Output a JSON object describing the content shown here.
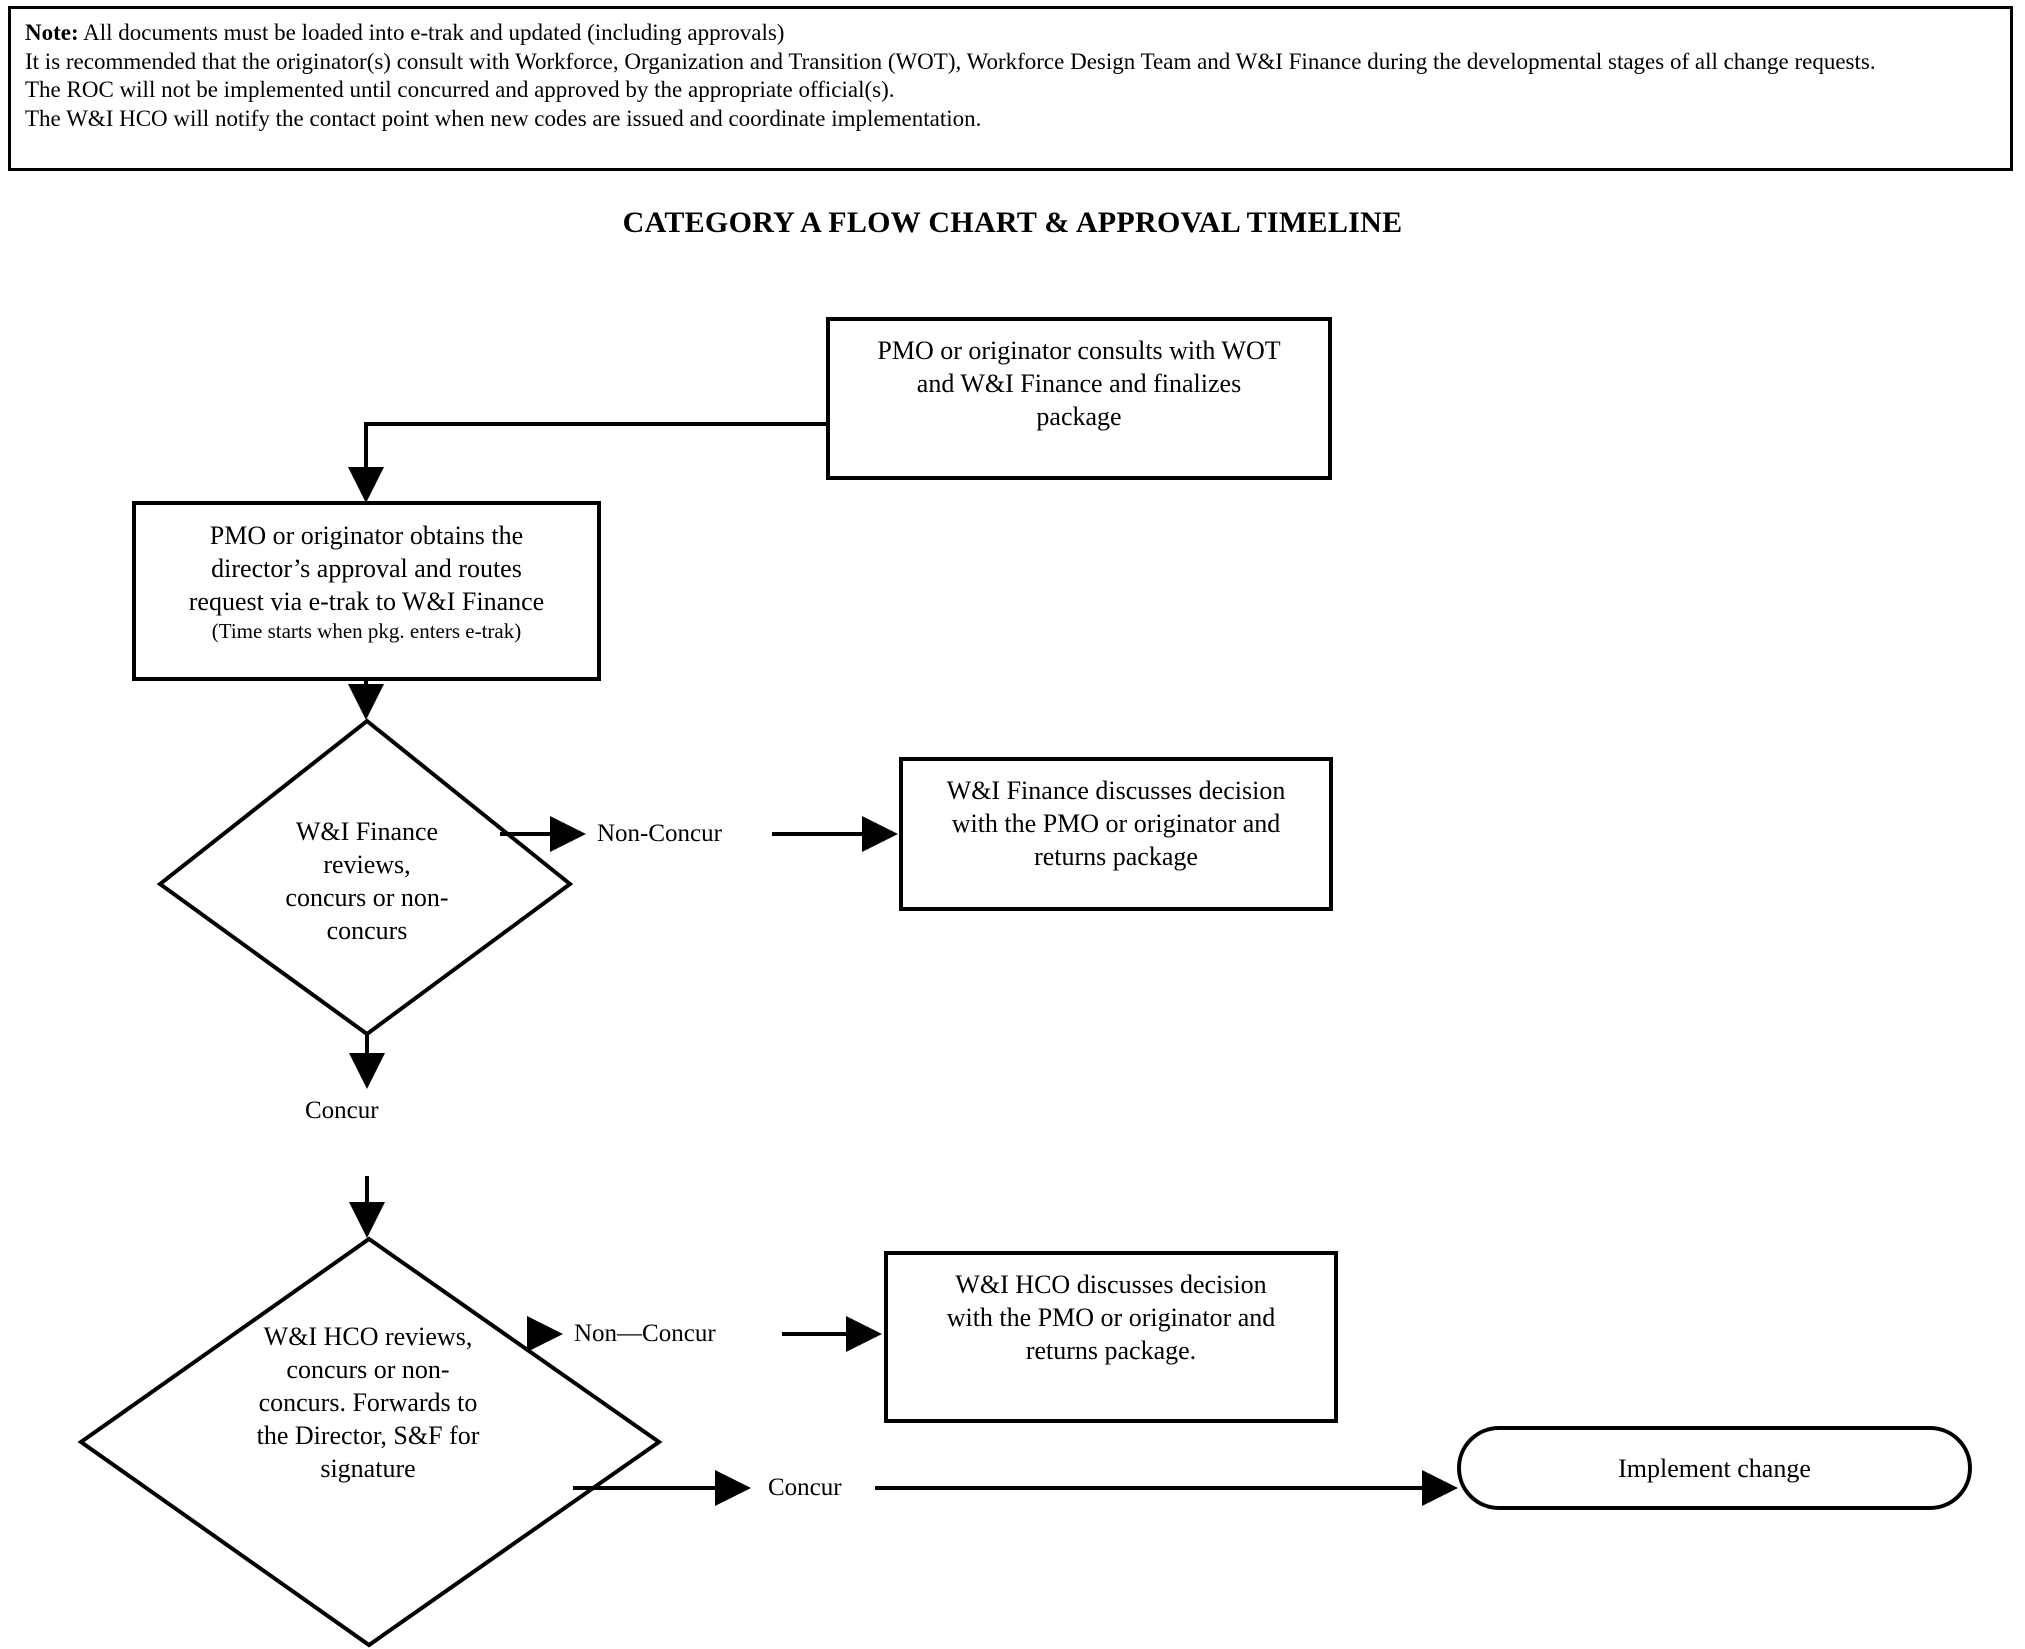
{
  "note": {
    "label": "Note:",
    "lines": [
      "All documents must be loaded into e-trak and updated (including approvals)",
      "It is recommended that the originator(s) consult with Workforce, Organization and Transition (WOT), Workforce Design Team and W&I Finance during the developmental stages of all change requests.",
      "The ROC will not be implemented until concurred and approved by the appropriate official(s).",
      "The W&I HCO will notify the contact point when new codes are issued and coordinate implementation."
    ]
  },
  "title": "CATEGORY A FLOW CHART & APPROVAL TIMELINE",
  "colors": {
    "stroke": "#000000",
    "fill": "#ffffff",
    "text": "#000000"
  },
  "chart_data": {
    "type": "diagram",
    "diagram_kind": "flowchart",
    "title": "CATEGORY A FLOW CHART & APPROVAL TIMELINE",
    "orientation": "top-to-bottom",
    "nodes": [
      {
        "id": "consult",
        "shape": "rectangle",
        "text": "PMO or originator consults with WOT and W&I Finance and finalizes package"
      },
      {
        "id": "obtain-approval",
        "shape": "rectangle",
        "text": "PMO or originator obtains the director’s approval and routes request via e-trak to W&I Finance",
        "subtext": "(Time starts when pkg. enters e-trak)"
      },
      {
        "id": "finance-review",
        "shape": "diamond",
        "text": "W&I Finance reviews, concurs or non-concurs"
      },
      {
        "id": "finance-nonconcur-result",
        "shape": "rectangle",
        "text": "W&I Finance discusses decision with the PMO or originator and returns package"
      },
      {
        "id": "hco-review",
        "shape": "diamond",
        "text": "W&I HCO reviews, concurs or non-concurs. Forwards to the Director, S&F for signature"
      },
      {
        "id": "hco-nonconcur-result",
        "shape": "rectangle",
        "text": "W&I HCO discusses decision with the PMO or originator and returns package."
      },
      {
        "id": "implement",
        "shape": "stadium",
        "text": "Implement change"
      }
    ],
    "edges": [
      {
        "from": "consult",
        "to": "obtain-approval",
        "label": ""
      },
      {
        "from": "obtain-approval",
        "to": "finance-review",
        "label": ""
      },
      {
        "from": "finance-review",
        "to": "finance-nonconcur-result",
        "label": "Non-Concur"
      },
      {
        "from": "finance-review",
        "to": "hco-review",
        "label": "Concur"
      },
      {
        "from": "hco-review",
        "to": "hco-nonconcur-result",
        "label": "Non—Concur"
      },
      {
        "from": "hco-review",
        "to": "implement",
        "label": "Concur"
      }
    ]
  },
  "nodes": {
    "consult": {
      "line1": "PMO or originator consults with WOT",
      "line2": "and W&I Finance and finalizes",
      "line3": "package"
    },
    "obtain_approval": {
      "line1": "PMO or originator obtains the",
      "line2": "director’s approval and routes",
      "line3": "request via e-trak to W&I Finance",
      "note": "(Time starts when pkg. enters e-trak)"
    },
    "finance_review": {
      "line1": "W&I Finance",
      "line2": "reviews,",
      "line3": "concurs or non-",
      "line4": "concurs"
    },
    "finance_nonconcur": {
      "line1": "W&I Finance discusses decision",
      "line2": "with the PMO or originator and",
      "line3": "returns package"
    },
    "hco_review": {
      "line1": "W&I HCO reviews,",
      "line2": "concurs or non-",
      "line3": "concurs. Forwards to",
      "line4": "the Director, S&F for",
      "line5": "signature"
    },
    "hco_nonconcur": {
      "line1": "W&I HCO discusses decision",
      "line2": "with the PMO or originator and",
      "line3": "returns package."
    },
    "implement": {
      "label": "Implement change"
    }
  },
  "edge_labels": {
    "finance_nonconcur": "Non-Concur",
    "finance_concur": "Concur",
    "hco_nonconcur": "Non—Concur",
    "hco_concur": "Concur"
  }
}
